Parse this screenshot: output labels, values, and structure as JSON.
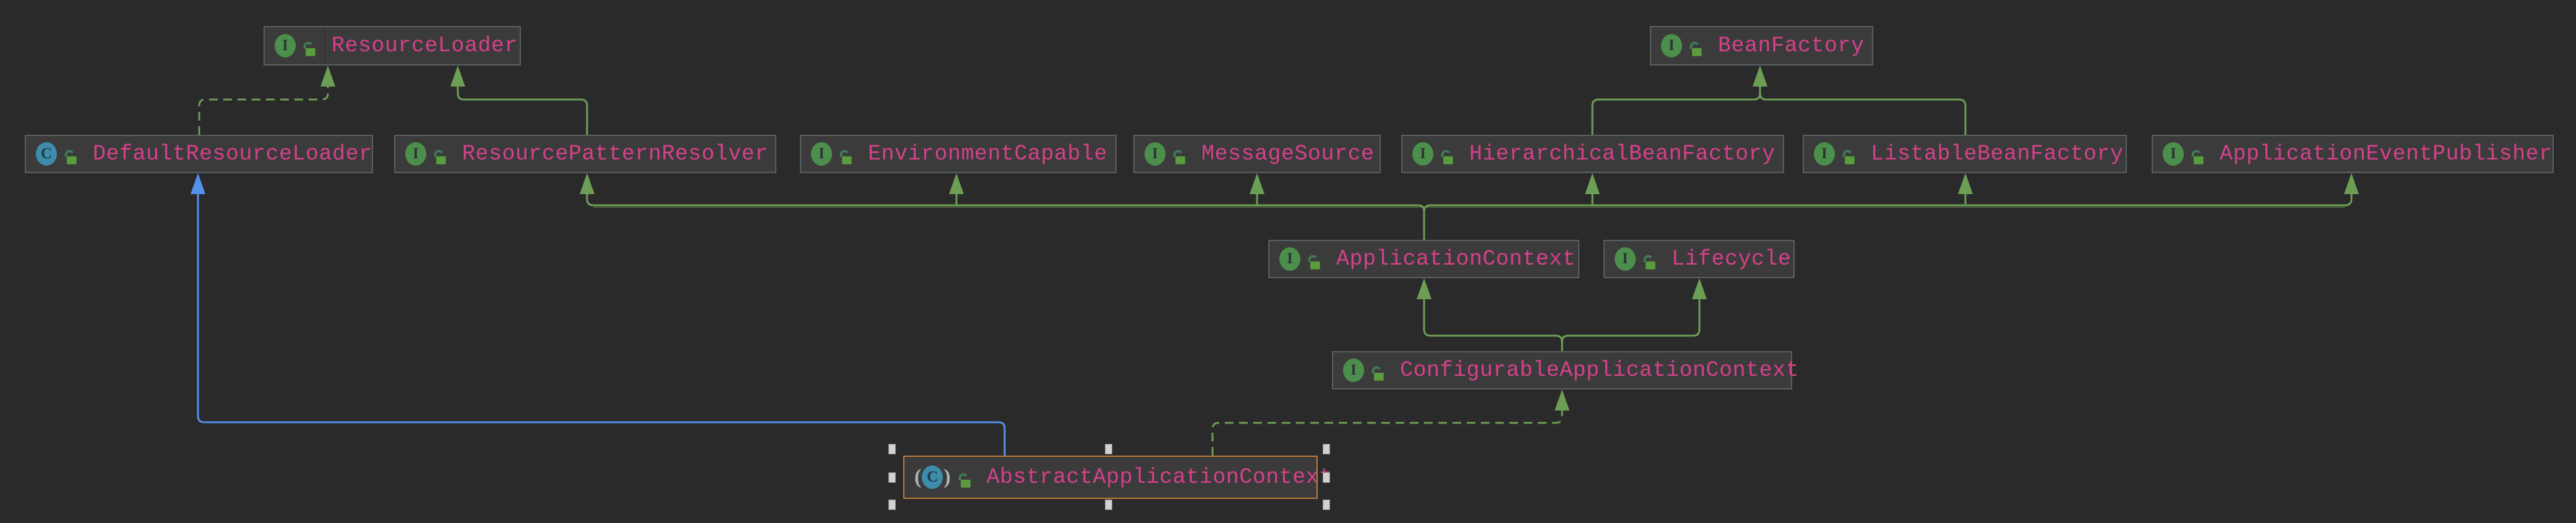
{
  "diagram": {
    "tool": "uml-class-diagram",
    "colors": {
      "canvas_background": "#2a2a2a",
      "node_fill": "#3b3b3b",
      "node_border": "#5a5f61",
      "class_name_text": "#d4418a",
      "generalization_edge_green": "#6d9e56",
      "extends_class_edge_blue": "#5292ec",
      "selection_border_orange": "#c07c35",
      "selection_handle": "#d2d2d2",
      "interface_icon_green": "#4c8f4c",
      "class_icon_blue": "#3e8cab",
      "public_lock_green": "#5a9c3e"
    },
    "icons": {
      "interface_letter": "I",
      "class_letter": "C",
      "paren_open": "(",
      "paren_close": ")"
    },
    "nodes": [
      {
        "id": "resource-loader",
        "label": "ResourceLoader",
        "kind": "interface",
        "visibility": "public"
      },
      {
        "id": "bean-factory",
        "label": "BeanFactory",
        "kind": "interface",
        "visibility": "public"
      },
      {
        "id": "default-resource-loader",
        "label": "DefaultResourceLoader",
        "kind": "class",
        "visibility": "public"
      },
      {
        "id": "resource-pattern-resolver",
        "label": "ResourcePatternResolver",
        "kind": "interface",
        "visibility": "public"
      },
      {
        "id": "environment-capable",
        "label": "EnvironmentCapable",
        "kind": "interface",
        "visibility": "public"
      },
      {
        "id": "message-source",
        "label": "MessageSource",
        "kind": "interface",
        "visibility": "public"
      },
      {
        "id": "hierarchical-bean-factory",
        "label": "HierarchicalBeanFactory",
        "kind": "interface",
        "visibility": "public"
      },
      {
        "id": "listable-bean-factory",
        "label": "ListableBeanFactory",
        "kind": "interface",
        "visibility": "public"
      },
      {
        "id": "application-event-publisher",
        "label": "ApplicationEventPublisher",
        "kind": "interface",
        "visibility": "public"
      },
      {
        "id": "application-context",
        "label": "ApplicationContext",
        "kind": "interface",
        "visibility": "public"
      },
      {
        "id": "lifecycle",
        "label": "Lifecycle",
        "kind": "interface",
        "visibility": "public"
      },
      {
        "id": "configurable-application-context",
        "label": "ConfigurableApplicationContext",
        "kind": "interface",
        "visibility": "public"
      },
      {
        "id": "abstract-application-context",
        "label": "AbstractApplicationContext",
        "kind": "abstract-class",
        "visibility": "public",
        "selected": true
      }
    ],
    "edges": [
      {
        "from": "DefaultResourceLoader",
        "to": "ResourceLoader",
        "relation": "implements",
        "style": "dashed-green"
      },
      {
        "from": "ResourcePatternResolver",
        "to": "ResourceLoader",
        "relation": "extends",
        "style": "solid-green"
      },
      {
        "from": "HierarchicalBeanFactory",
        "to": "BeanFactory",
        "relation": "extends",
        "style": "solid-green"
      },
      {
        "from": "ListableBeanFactory",
        "to": "BeanFactory",
        "relation": "extends",
        "style": "solid-green"
      },
      {
        "from": "ApplicationContext",
        "to": "ResourcePatternResolver",
        "relation": "extends",
        "style": "solid-green"
      },
      {
        "from": "ApplicationContext",
        "to": "EnvironmentCapable",
        "relation": "extends",
        "style": "solid-green"
      },
      {
        "from": "ApplicationContext",
        "to": "MessageSource",
        "relation": "extends",
        "style": "solid-green"
      },
      {
        "from": "ApplicationContext",
        "to": "HierarchicalBeanFactory",
        "relation": "extends",
        "style": "solid-green"
      },
      {
        "from": "ApplicationContext",
        "to": "ListableBeanFactory",
        "relation": "extends",
        "style": "solid-green"
      },
      {
        "from": "ApplicationContext",
        "to": "ApplicationEventPublisher",
        "relation": "extends",
        "style": "solid-green"
      },
      {
        "from": "ConfigurableApplicationContext",
        "to": "ApplicationContext",
        "relation": "extends",
        "style": "solid-green"
      },
      {
        "from": "ConfigurableApplicationContext",
        "to": "Lifecycle",
        "relation": "extends",
        "style": "solid-green"
      },
      {
        "from": "AbstractApplicationContext",
        "to": "ConfigurableApplicationContext",
        "relation": "implements",
        "style": "dashed-green"
      },
      {
        "from": "AbstractApplicationContext",
        "to": "DefaultResourceLoader",
        "relation": "extends",
        "style": "solid-blue"
      }
    ],
    "selection": {
      "selected_node": "AbstractApplicationContext",
      "handle_count": 8
    }
  }
}
